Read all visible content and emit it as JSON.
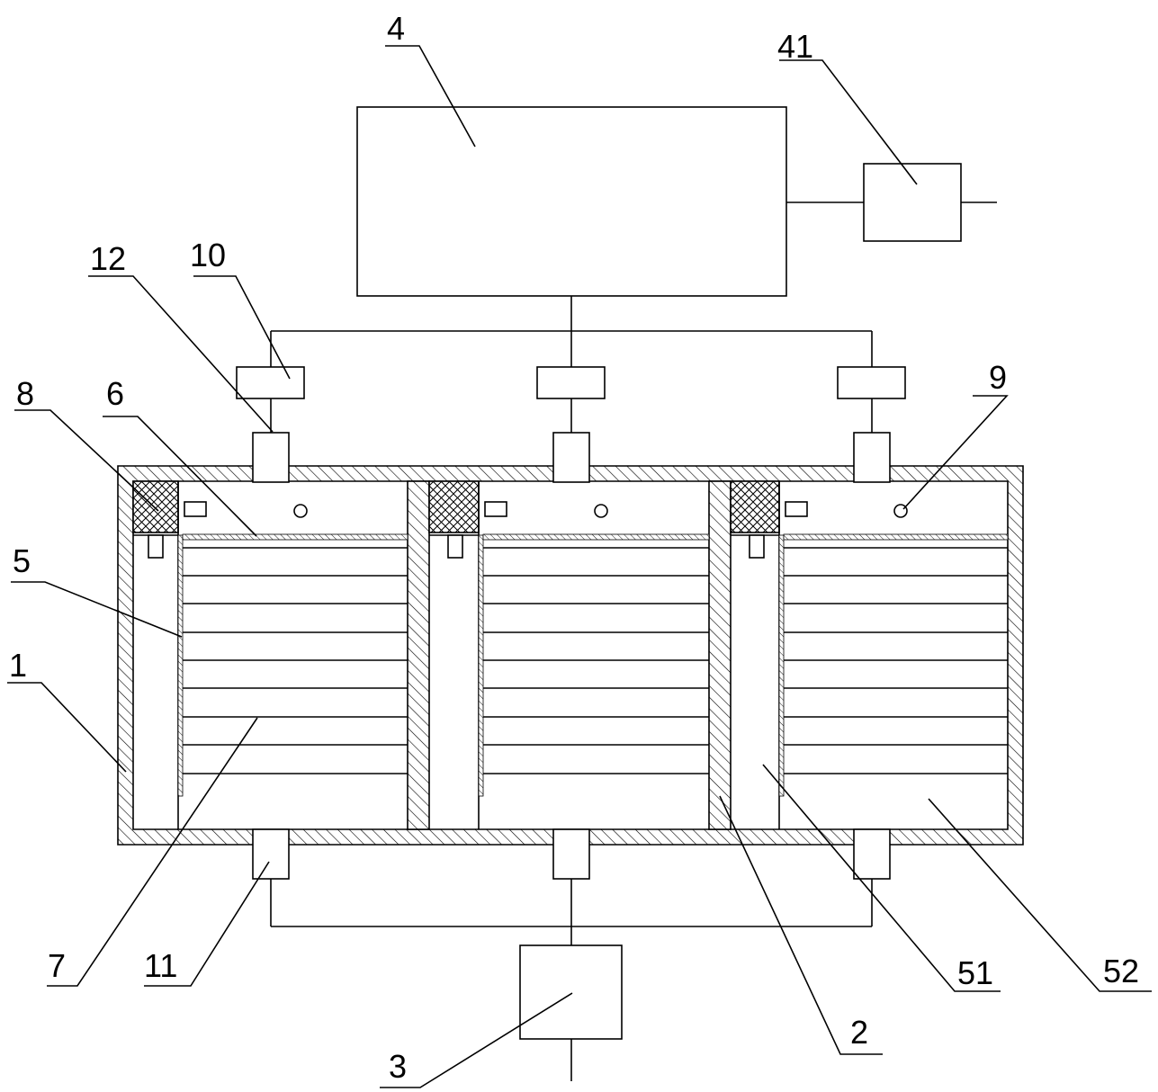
{
  "labels": {
    "l1": "1",
    "l2": "2",
    "l3": "3",
    "l4": "4",
    "l41": "41",
    "l5": "5",
    "l51": "51",
    "l52": "52",
    "l6": "6",
    "l7": "7",
    "l8": "8",
    "l9": "9",
    "l10": "10",
    "l11": "11",
    "l12": "12"
  }
}
